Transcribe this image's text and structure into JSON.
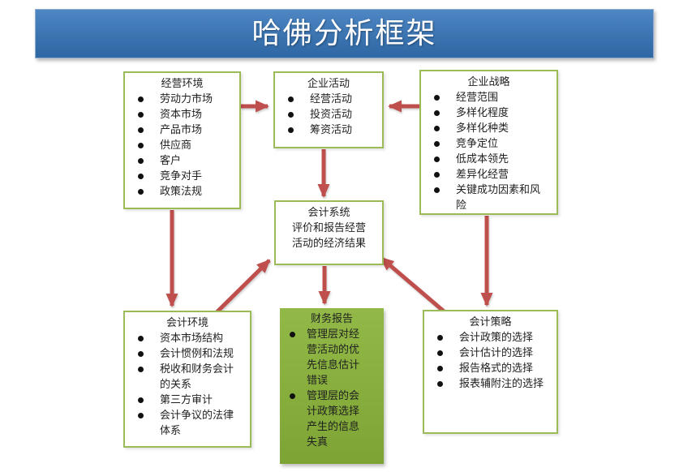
{
  "title_bar": {
    "title": "哈佛分析框架"
  },
  "diagram": {
    "nodes": {
      "operating_environment": {
        "title": "经营环境",
        "items": [
          "劳动力市场",
          "资本市场",
          "产品市场",
          "供应商",
          "客户",
          "竞争对手",
          "政策法规"
        ]
      },
      "business_activities": {
        "title": "企业活动",
        "items": [
          "经营活动",
          "投资活动",
          "筹资活动"
        ]
      },
      "corporate_strategy": {
        "title": "企业战略",
        "items": [
          "经营范围",
          "多样化程度",
          "多样化种类",
          "竞争定位",
          "低成本领先",
          "差异化经营",
          "关键成功因素和风险"
        ]
      },
      "accounting_system": {
        "title": "会计系统",
        "subtitle": "评价和报告经营活动的经济结果"
      },
      "accounting_environment": {
        "title": "会计环境",
        "items": [
          "资本市场结构",
          "会计惯例和法规",
          "税收和财务会计的关系",
          "第三方审计",
          "会计争议的法律体系"
        ]
      },
      "financial_report": {
        "title": "财务报告",
        "items": [
          "管理层对经营活动的优先信息估计错误",
          "管理层的会计政策选择产生的信息失真"
        ]
      },
      "accounting_strategy": {
        "title": "会计策略",
        "items": [
          "会计政策的选择",
          "会计估计的选择",
          "报告格式的选择",
          "报表辅附注的选择"
        ]
      }
    },
    "edges": [
      {
        "from": "operating_environment",
        "to": "business_activities",
        "direction": "right"
      },
      {
        "from": "corporate_strategy",
        "to": "business_activities",
        "direction": "left"
      },
      {
        "from": "business_activities",
        "to": "accounting_system",
        "direction": "down"
      },
      {
        "from": "operating_environment",
        "to": "accounting_environment",
        "direction": "down"
      },
      {
        "from": "corporate_strategy",
        "to": "accounting_strategy",
        "direction": "down"
      },
      {
        "from": "accounting_system",
        "to": "financial_report",
        "direction": "down"
      },
      {
        "from": "accounting_environment",
        "to": "accounting_system",
        "direction": "up-right"
      },
      {
        "from": "accounting_strategy",
        "to": "accounting_system",
        "direction": "up-left"
      }
    ],
    "colors": {
      "box_border_green": "#9bbb59",
      "arrow_red": "#bf4f4c",
      "banner_blue_top": "#4e87c4",
      "banner_blue_bottom": "#2f67a4",
      "green_fill_top": "#92b948",
      "green_fill_bottom": "#7da335",
      "text": "#1f1f1f",
      "banner_text": "#ffffff"
    }
  }
}
